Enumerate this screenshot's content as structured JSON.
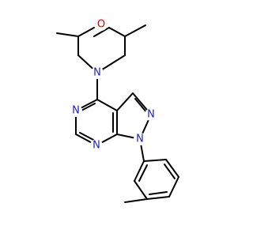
{
  "colors": {
    "background": "#ffffff",
    "bond": "#000000",
    "nitrogen": "#1f1fcc",
    "oxygen": "#e60000"
  },
  "molecule": {
    "atoms": [
      {
        "id": "O1",
        "element": "O",
        "label": "O"
      },
      {
        "id": "N4",
        "element": "N",
        "label": "N"
      },
      {
        "id": "N5",
        "element": "N",
        "label": "N"
      },
      {
        "id": "N7",
        "element": "N",
        "label": "N"
      },
      {
        "id": "N2",
        "element": "N",
        "label": "N"
      },
      {
        "id": "N1",
        "element": "N",
        "label": "N"
      }
    ]
  }
}
